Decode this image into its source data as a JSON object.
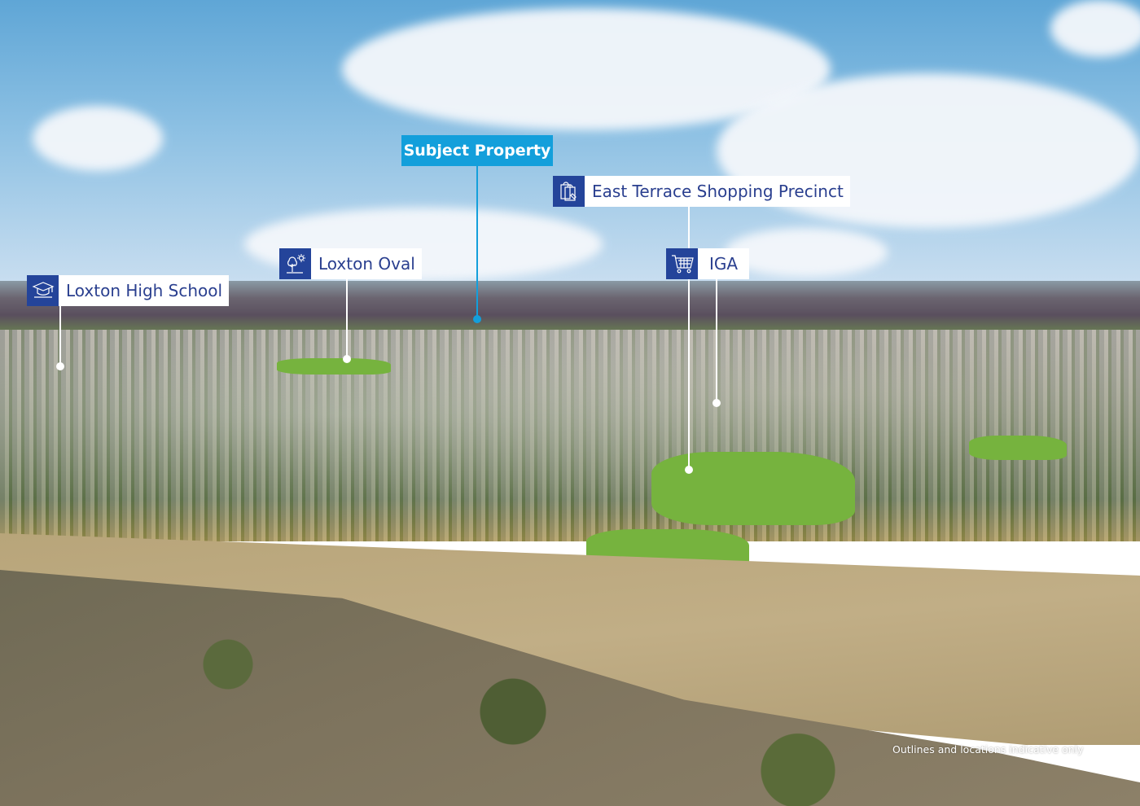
{
  "labels": {
    "subject": {
      "text": "Subject Property",
      "color": "#139fdb"
    },
    "shopping": {
      "text": "East Terrace Shopping Precinct",
      "icon": "shopping-bags-icon"
    },
    "iga": {
      "text": "IGA",
      "icon": "shopping-cart-icon"
    },
    "oval": {
      "text": "Loxton Oval",
      "icon": "tree-sun-icon"
    },
    "school": {
      "text": "Loxton High School",
      "icon": "graduation-cap-icon"
    }
  },
  "accent_color": "#24449a",
  "footnote": "Outlines and locations indicative only"
}
